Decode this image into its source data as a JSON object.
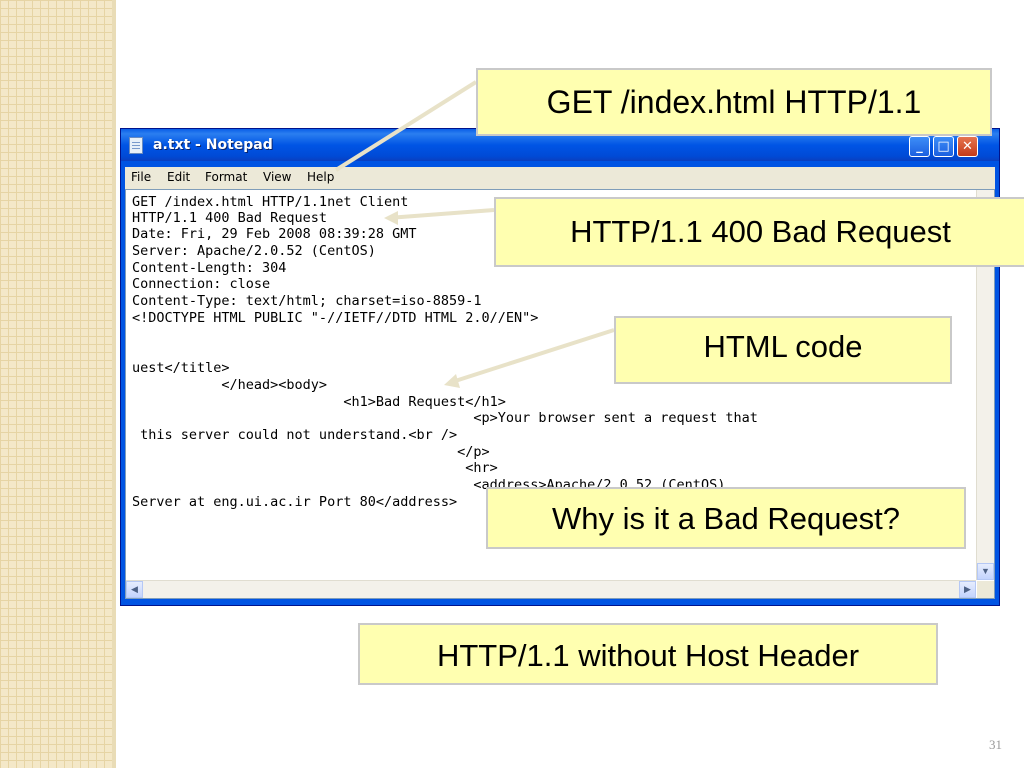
{
  "window": {
    "title": "a.txt - Notepad",
    "buttons": {
      "minimize": "_",
      "maximize": "□",
      "close": "✕"
    },
    "menu": [
      "File",
      "Edit",
      "Format",
      "View",
      "Help"
    ],
    "content_lines": [
      "GET /index.html HTTP/1.1net Client",
      "HTTP/1.1 400 Bad Request",
      "Date: Fri, 29 Feb 2008 08:39:28 GMT",
      "Server: Apache/2.0.52 (CentOS)",
      "Content-Length: 304",
      "Connection: close",
      "Content-Type: text/html; charset=iso-8859-1",
      "<!DOCTYPE HTML PUBLIC \"-//IETF//DTD HTML 2.0//EN\">",
      "",
      "uest</title>",
      "           </head><body>",
      "                          <h1>Bad Request</h1>",
      "                                          <p>Your browser sent a request that",
      " this server could not understand.<br />",
      "                                        </p>",
      "                                         <hr>",
      "                                          <address>Apache/2.0.52 (CentOS)",
      "Server at eng.ui.ac.ir Port 80</address>"
    ]
  },
  "callouts": {
    "request_line": "GET /index.html HTTP/1.1",
    "status_line": "HTTP/1.1 400 Bad Request",
    "html_code": "HTML code",
    "question": "Why is it a Bad Request?",
    "answer": "HTTP/1.1 without Host Header"
  },
  "slide_number": "31",
  "colors": {
    "callout_fill": "#ffffb0",
    "titlebar": "#0055e5",
    "accent_strip": "#f4e8c8"
  }
}
